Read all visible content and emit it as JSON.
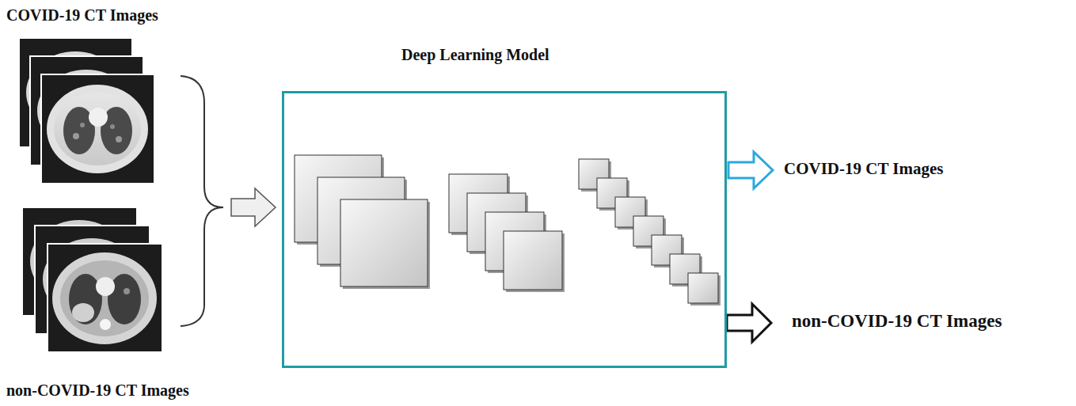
{
  "diagram": {
    "nodes": [
      {
        "text": [
          "Deep Learning Model"
        ]
      }
    ],
    "labels": [
      "COVID-19 CT Images",
      "non-COVID-19 CT Images",
      "COVID-19 CT Images",
      "non-COVID-19 CT Images"
    ]
  }
}
